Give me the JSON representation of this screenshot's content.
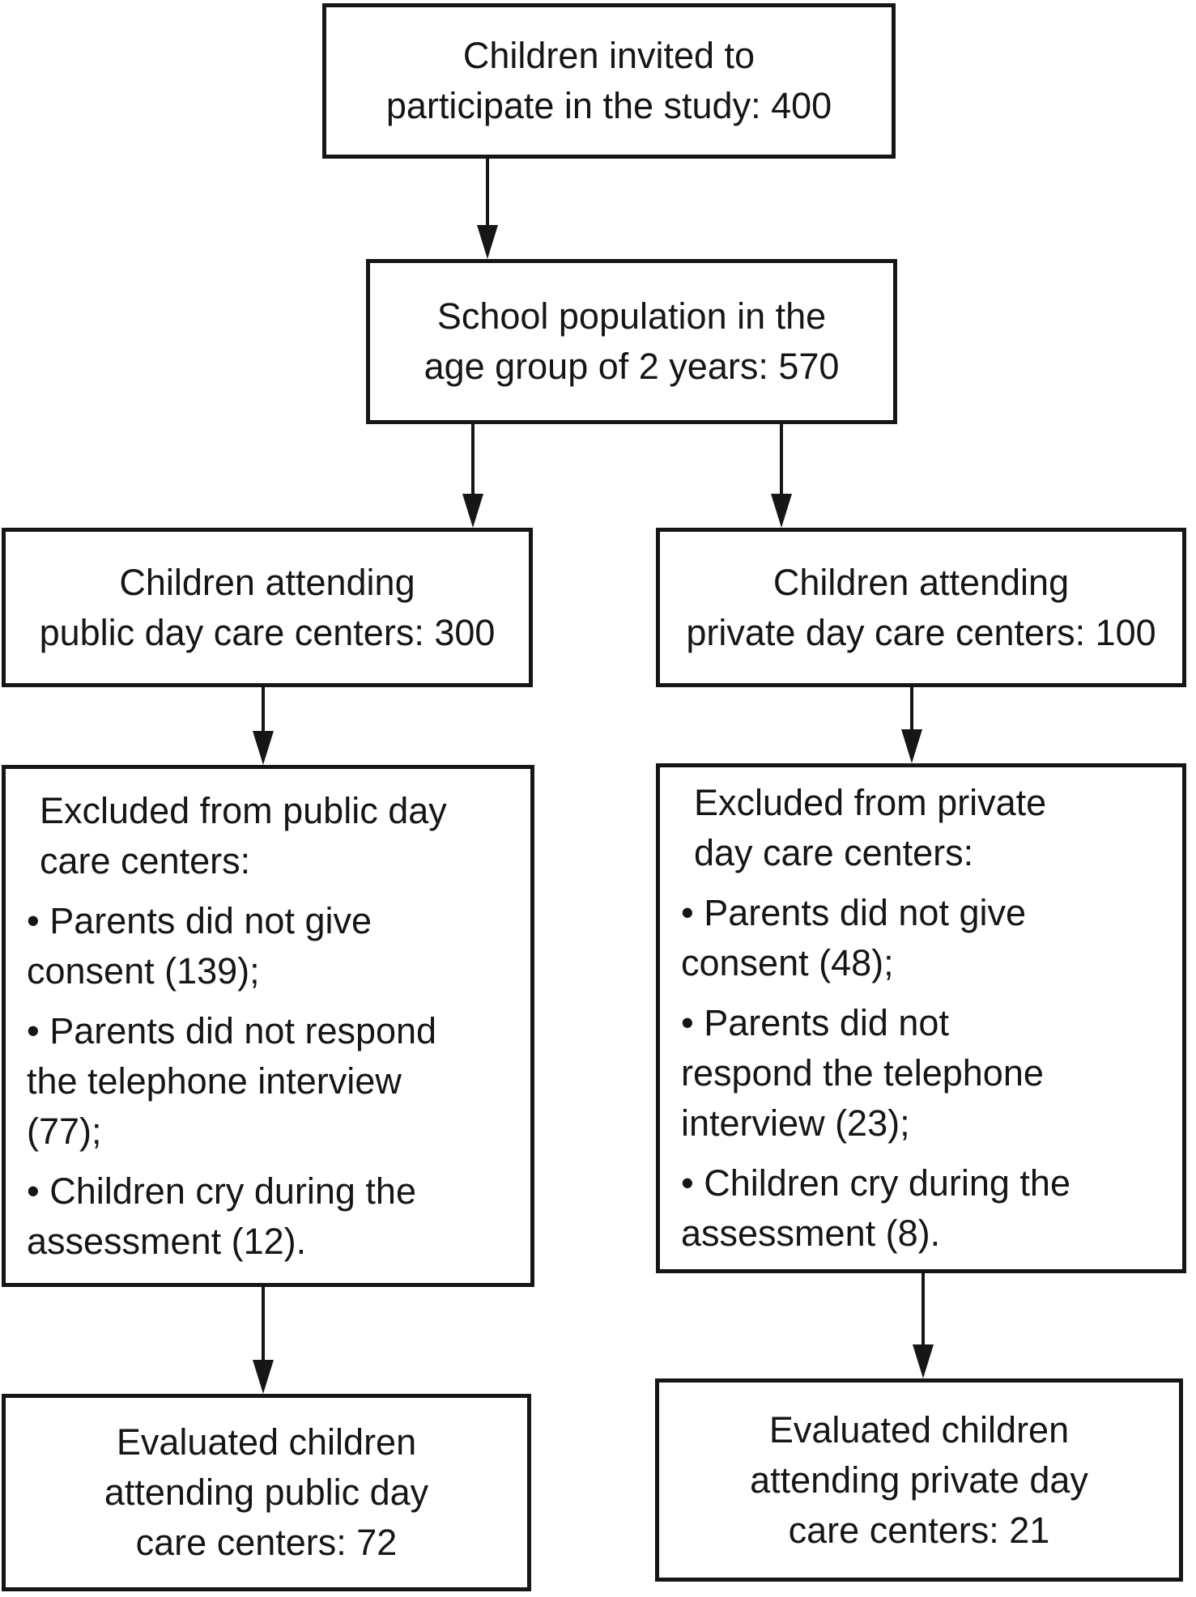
{
  "diagram": {
    "type": "flowchart",
    "colors": {
      "background": "#ffffff",
      "line": "#161616",
      "text": "#161616"
    },
    "nodes": {
      "invited": {
        "lines": [
          "Children invited to",
          "participate in the study: 400"
        ]
      },
      "school_population": {
        "lines": [
          "School population in the",
          "age group of 2 years: 570"
        ]
      },
      "public_attending": {
        "lines": [
          "Children attending",
          "public day care centers: 300"
        ]
      },
      "private_attending": {
        "lines": [
          "Children attending",
          "private day care centers: 100"
        ]
      },
      "public_excluded": {
        "title": "Excluded from public day care centers:",
        "exclusions": [
          "Parents did not give consent (139);",
          "Parents did not respond the telephone interview (77);",
          "Children cry during the assessment (12)."
        ],
        "paragraphs": [
          [
            "Excluded from public day",
            "care centers:"
          ],
          [
            "• Parents did not give",
            "consent (139);"
          ],
          [
            "• Parents did not respond",
            "the telephone interview",
            "(77);"
          ],
          [
            "• Children cry during the",
            "assessment (12)."
          ]
        ]
      },
      "private_excluded": {
        "title": "Excluded from private day care centers:",
        "exclusions": [
          "Parents did not give consent (48);",
          "Parents did not respond the telephone interview (23);",
          "Children cry during the assessment (8)."
        ],
        "paragraphs": [
          [
            "Excluded from private",
            "day care centers:"
          ],
          [
            "• Parents did not give",
            "consent (48);"
          ],
          [
            "• Parents did not",
            "respond the telephone",
            "interview (23);"
          ],
          [
            "• Children cry during the",
            "assessment (8)."
          ]
        ]
      },
      "public_evaluated": {
        "lines": [
          "Evaluated children",
          "attending public day",
          "care centers: 72"
        ]
      },
      "private_evaluated": {
        "lines": [
          "Evaluated children",
          "attending private day",
          "care centers: 21"
        ]
      }
    }
  }
}
